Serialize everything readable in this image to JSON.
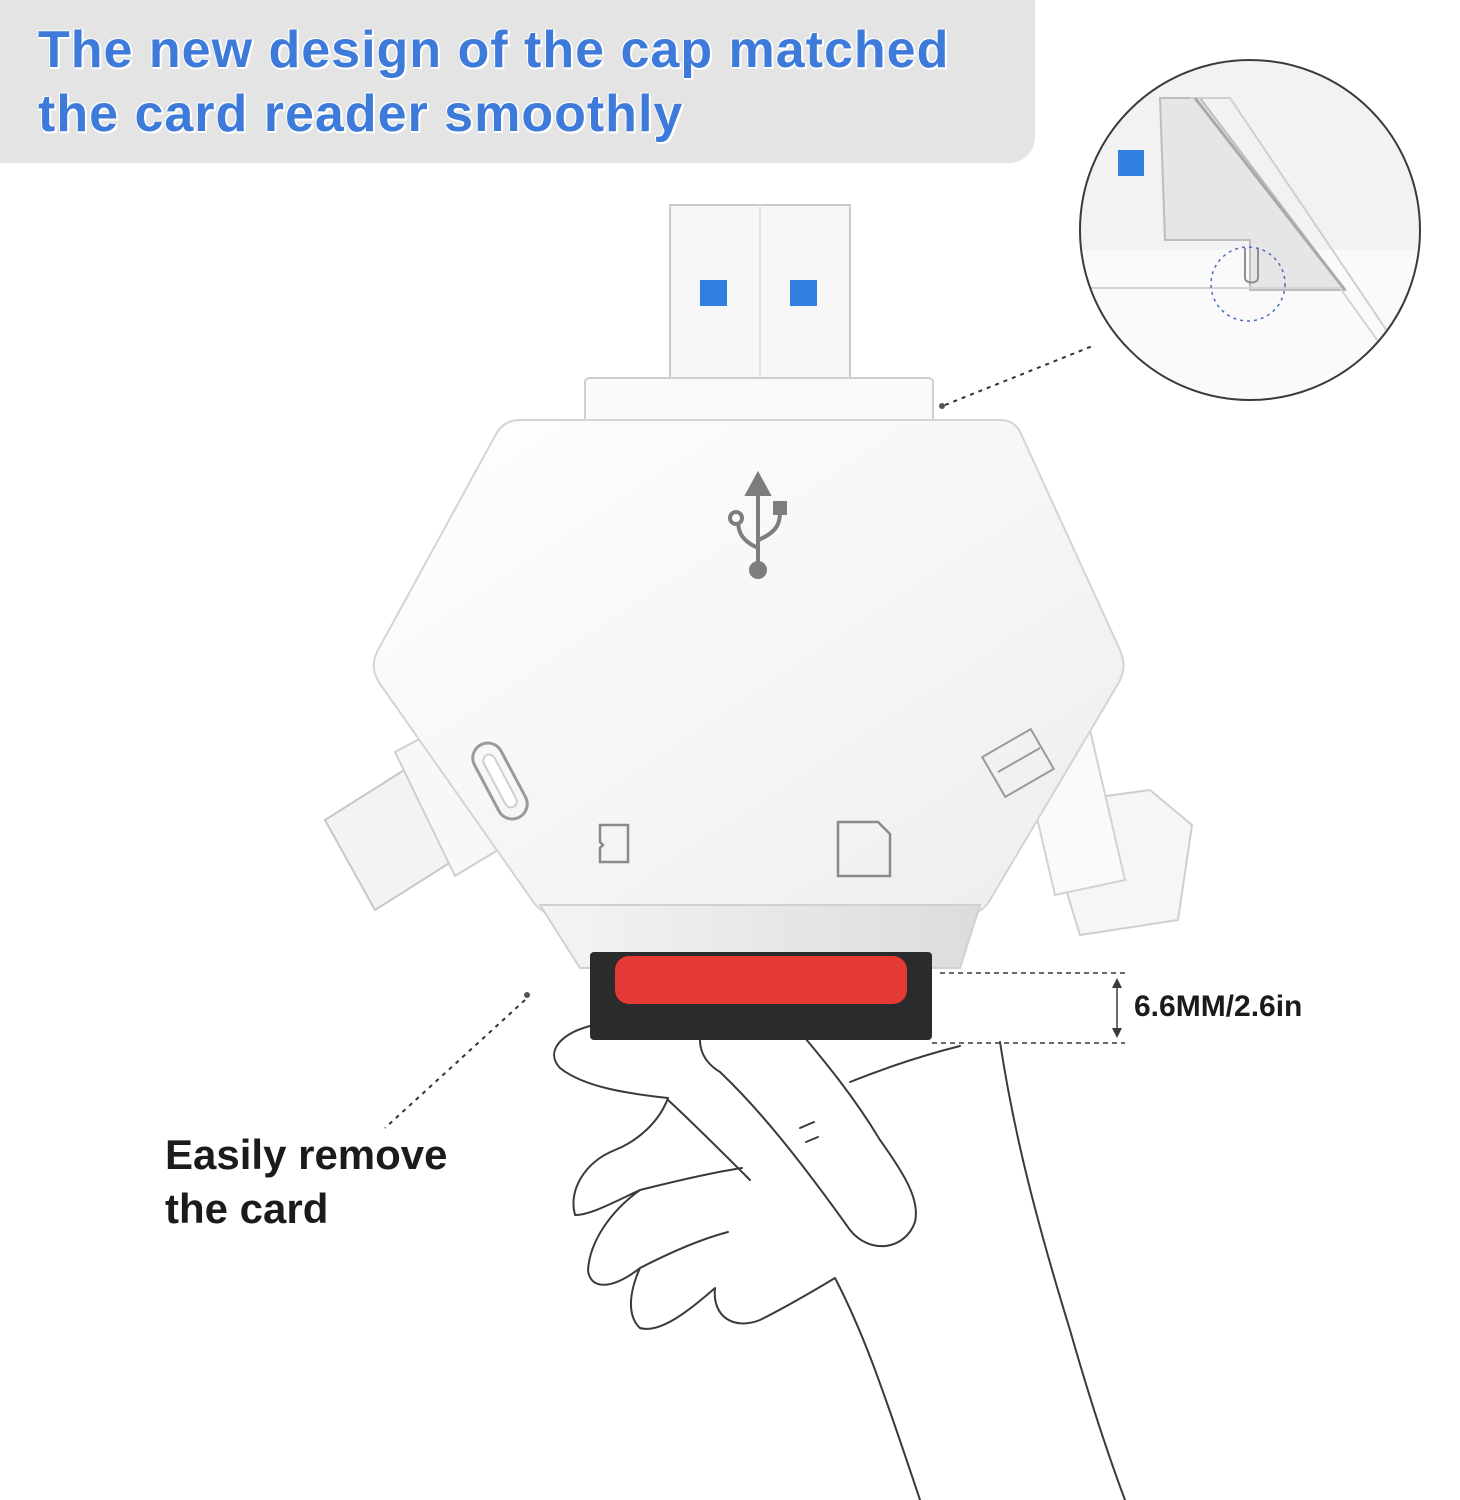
{
  "headline": {
    "line1": "The new design of the cap matched",
    "line2": "the card reader smoothly"
  },
  "caption": {
    "line1": "Easily remove",
    "line2": "the card"
  },
  "dimension": {
    "label": "6.6MM/2.6in"
  },
  "colors": {
    "headline_text": "#3d7ad9",
    "headline_bg": "#e4e4e4",
    "usb_contacts": "#2f7ee0",
    "card_red": "#e53935",
    "card_frame": "#2b2b2b"
  },
  "icons": {
    "top_port": "usb-trident-icon",
    "left_port": "usb-c-icon",
    "right_port": "lightning-icon",
    "microsd_slot": "microsd-card-icon",
    "sd_slot": "sd-card-icon"
  }
}
